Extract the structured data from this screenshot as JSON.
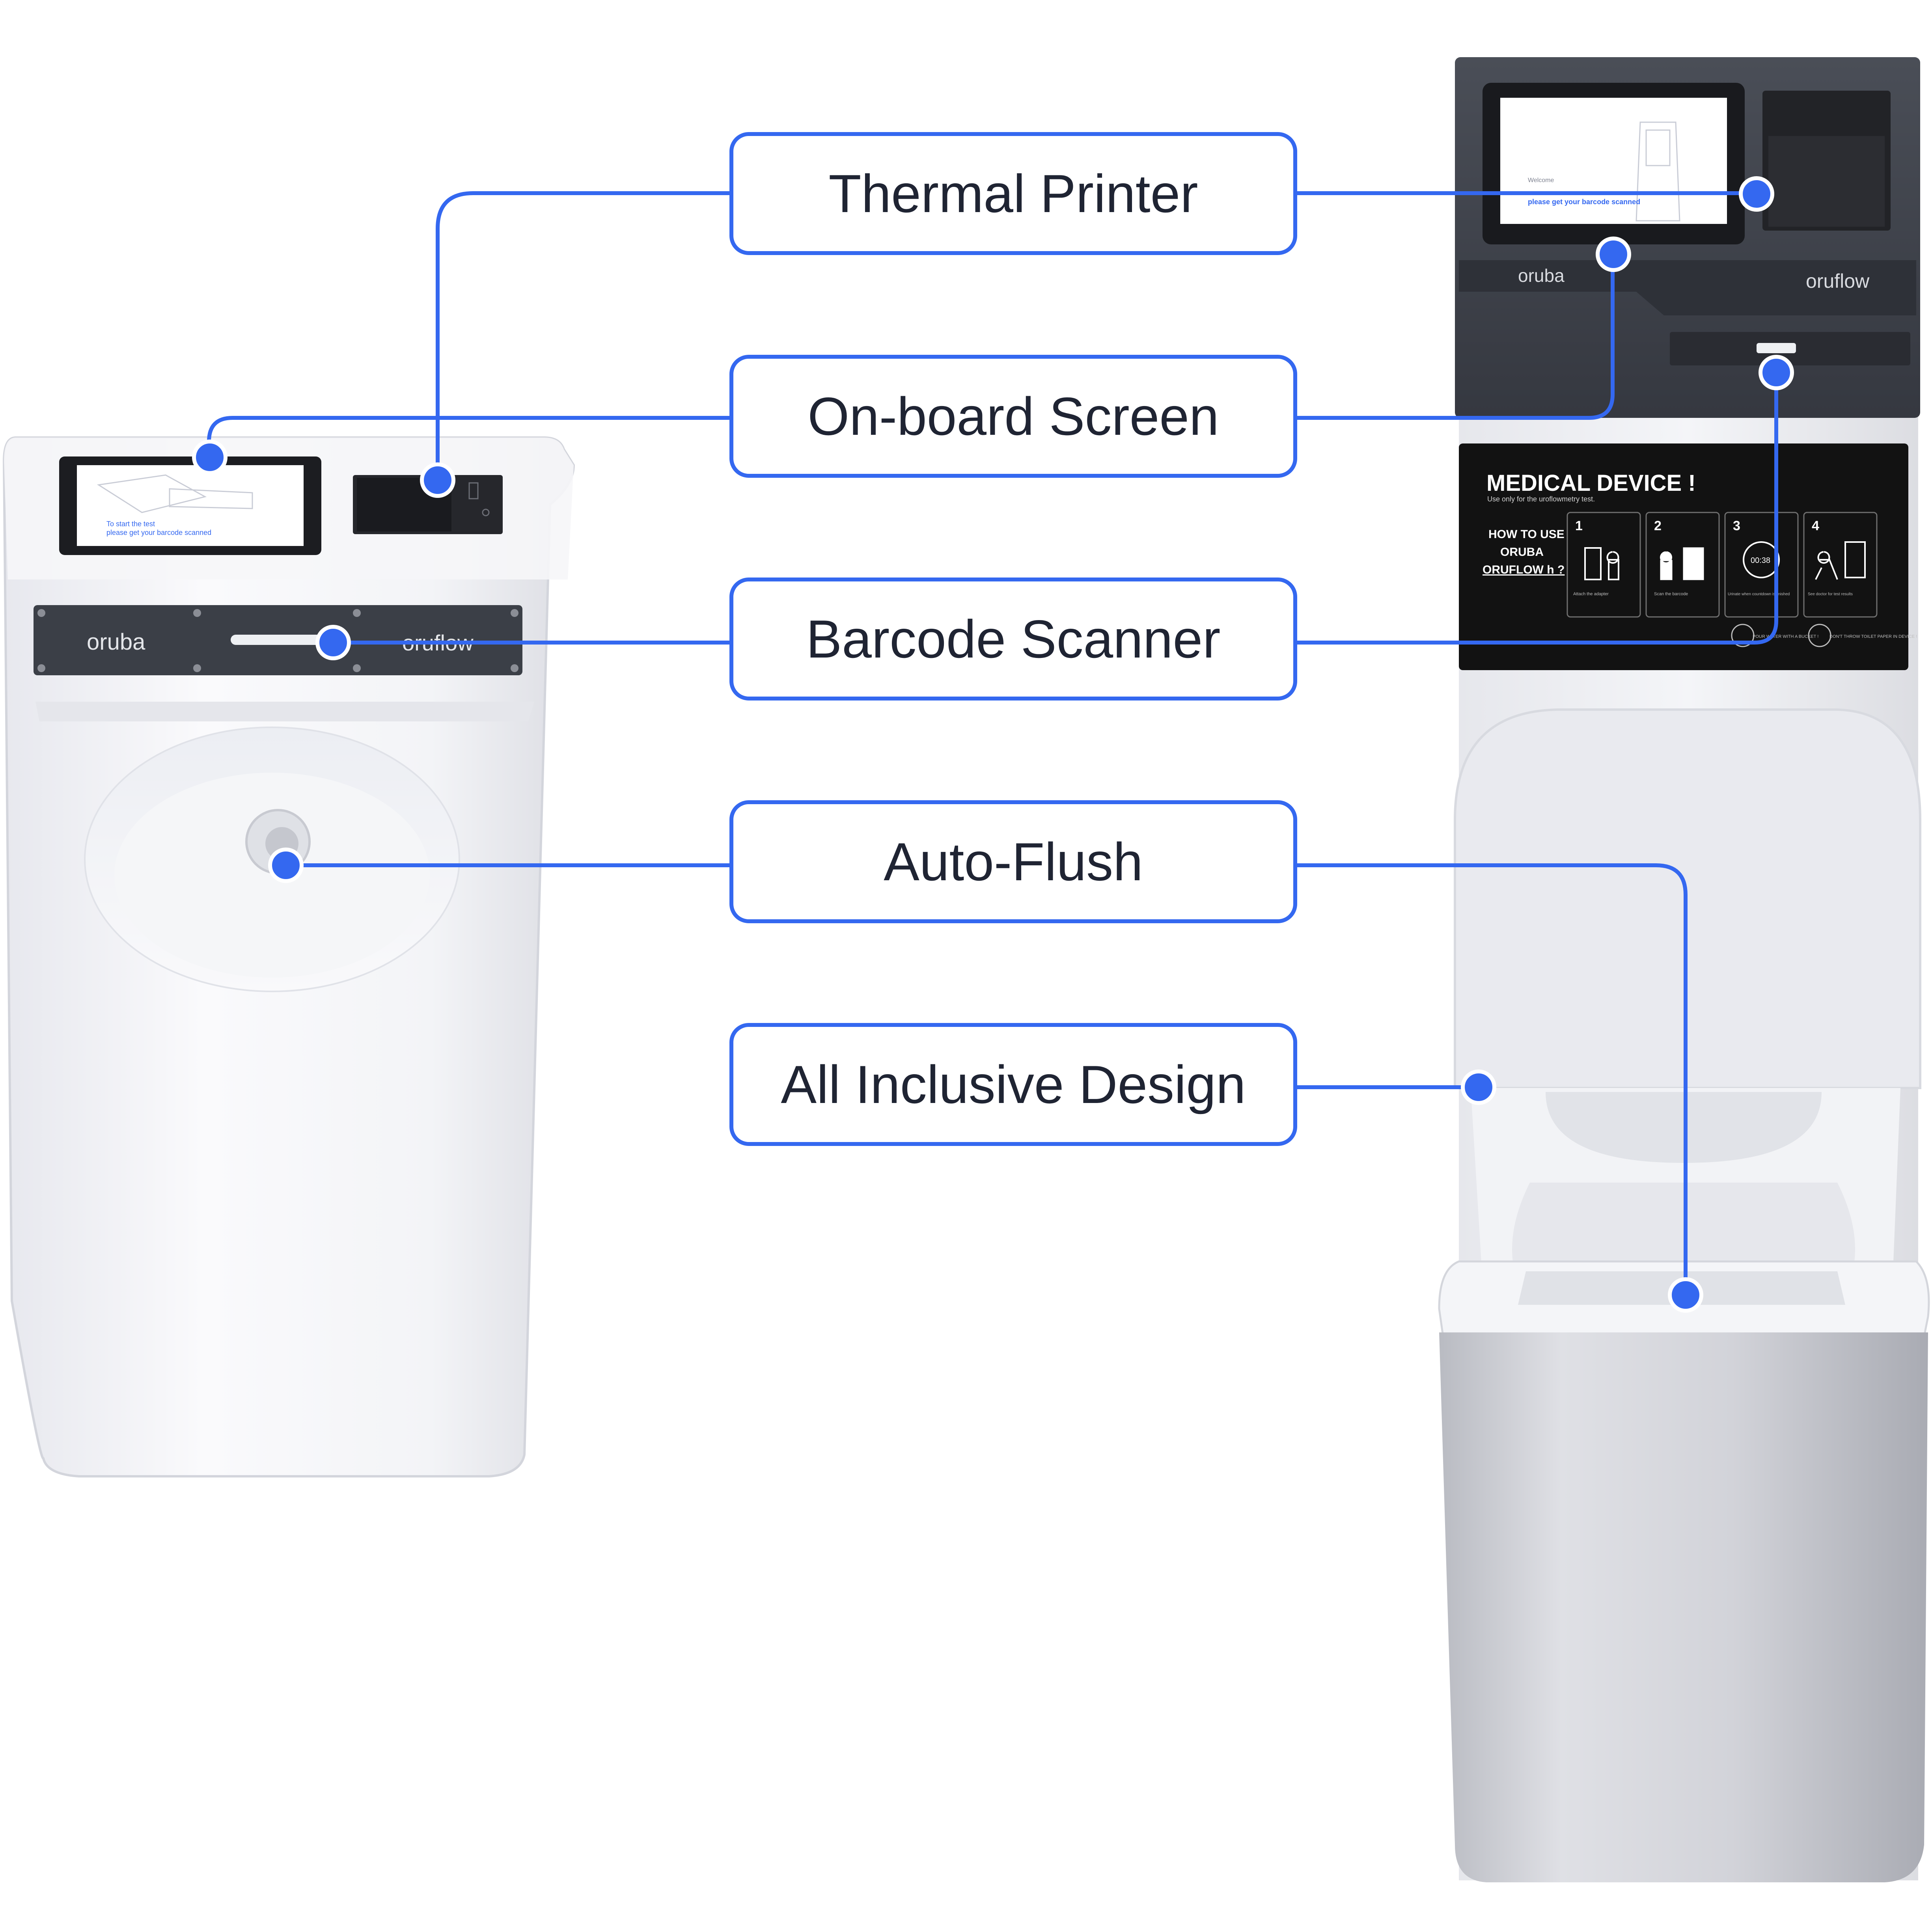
{
  "callouts": [
    {
      "id": "thermal-printer",
      "label": "Thermal Printer"
    },
    {
      "id": "on-board-screen",
      "label": "On-board Screen"
    },
    {
      "id": "barcode-scanner",
      "label": "Barcode Scanner"
    },
    {
      "id": "auto-flush",
      "label": "Auto-Flush"
    },
    {
      "id": "all-inclusive-design",
      "label": "All Inclusive Design"
    }
  ],
  "urinal": {
    "brand": "oruba",
    "product": "oruflow",
    "screen_text": [
      "To start the test",
      "please get your barcode scanned"
    ]
  },
  "toilet": {
    "brand": "oruba",
    "product": "oruflow",
    "screen_text": [
      "Welcome",
      "please get your barcode scanned"
    ],
    "panel_title": "MEDICAL DEVICE !",
    "panel_subtitle": "Use only for the uroflowmetry test.",
    "how_to": [
      "HOW TO USE",
      "ORUBA",
      "ORUFLOW h ?"
    ],
    "steps": [
      {
        "num": "1",
        "caption": "Attach the adapter"
      },
      {
        "num": "2",
        "caption": "Scan the barcode"
      },
      {
        "num": "3",
        "caption": "Urinate when countdown is finished",
        "timer": "00:38"
      },
      {
        "num": "4",
        "caption": "See doctor for test results"
      }
    ],
    "warnings": [
      "POUR WATER WITH A BUCKET !",
      "DON'T THROW TOILET PAPER IN DEVICE !"
    ]
  },
  "colors": {
    "accent": "#3468f0",
    "text": "#1f2433",
    "housing": "#3b3f47",
    "panel": "#121212"
  }
}
